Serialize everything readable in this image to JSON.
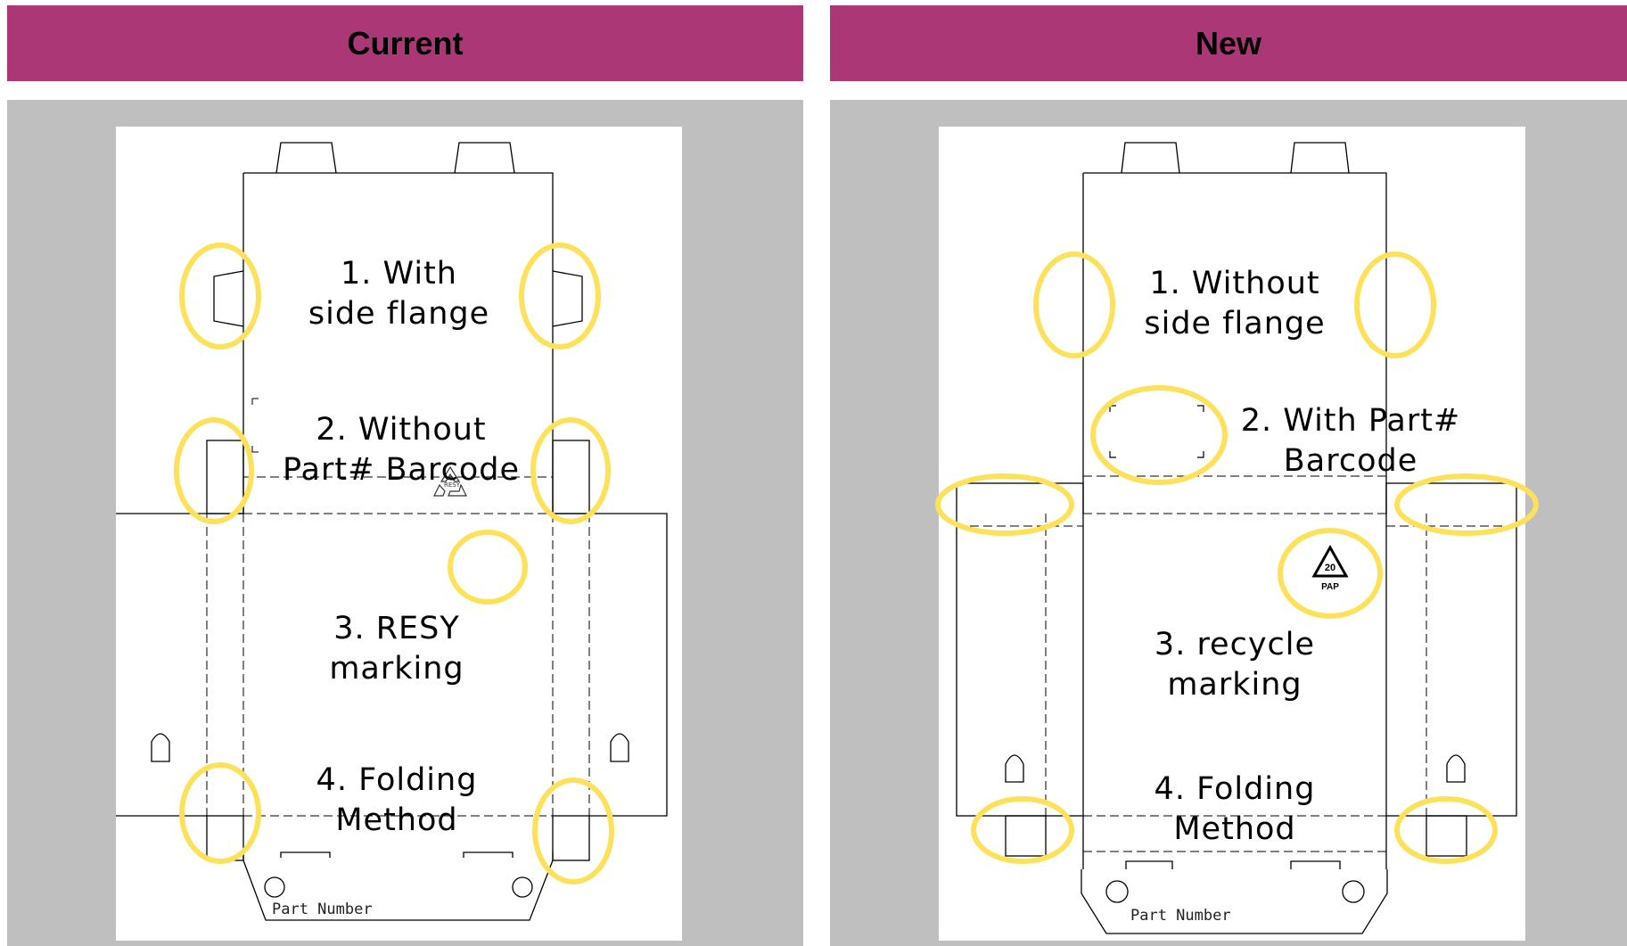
{
  "panels": {
    "current": {
      "title": "Current",
      "labels": {
        "flange": "1. With\nside flange",
        "barcode": "2. Without\nPart# Barcode",
        "recycle": "3. RESY\nmarking",
        "folding": "4. Folding\nMethod"
      },
      "part_number": "Part Number",
      "recycle_symbol": "resy-recycle-icon"
    },
    "new": {
      "title": "New",
      "labels": {
        "flange": "1. Without\nside flange",
        "barcode": "2. With Part#\nBarcode",
        "recycle": "3. recycle\nmarking",
        "folding": "4. Folding\nMethod"
      },
      "part_number": "Part Number",
      "recycle_number": "20",
      "recycle_code": "PAP"
    }
  },
  "colors": {
    "header_bg": "#ab3777",
    "panel_bg": "#bfbfbf",
    "highlight": "#fde15a"
  }
}
